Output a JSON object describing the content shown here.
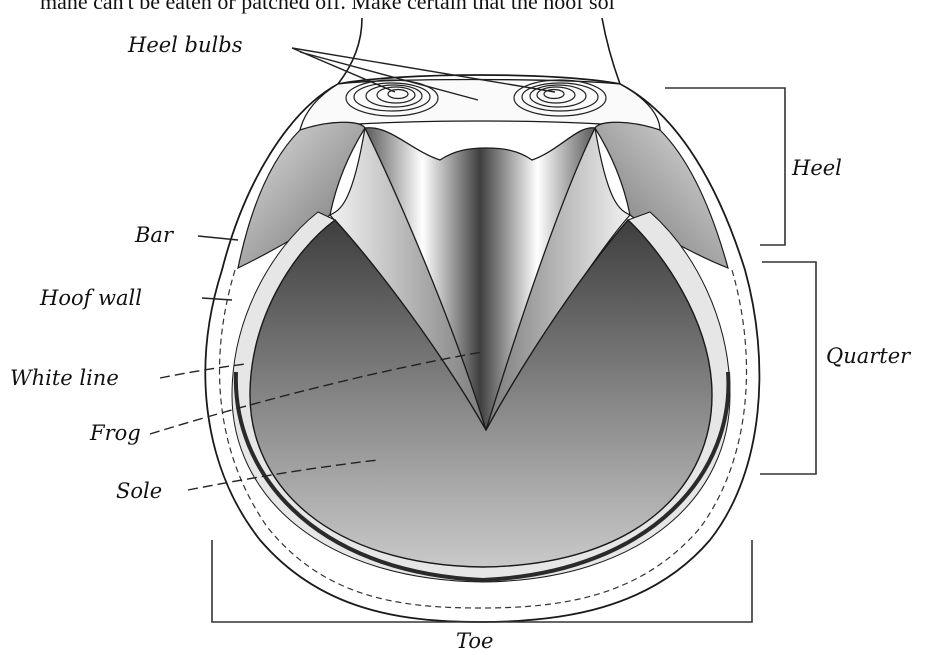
{
  "top_caption": "mane can't be eaten or patched off. Make certain that the hoof sol",
  "labels": {
    "heel_bulbs": "Heel bulbs",
    "bar": "Bar",
    "hoof_wall": "Hoof wall",
    "white_line": "White line",
    "frog": "Frog",
    "sole": "Sole",
    "heel": "Heel",
    "quarter": "Quarter",
    "toe": "Toe"
  },
  "colors": {
    "sole_dark": "#454545",
    "sole_light": "#c8c8c8",
    "wall": "#ffffff",
    "outline": "#1a1a1a"
  }
}
